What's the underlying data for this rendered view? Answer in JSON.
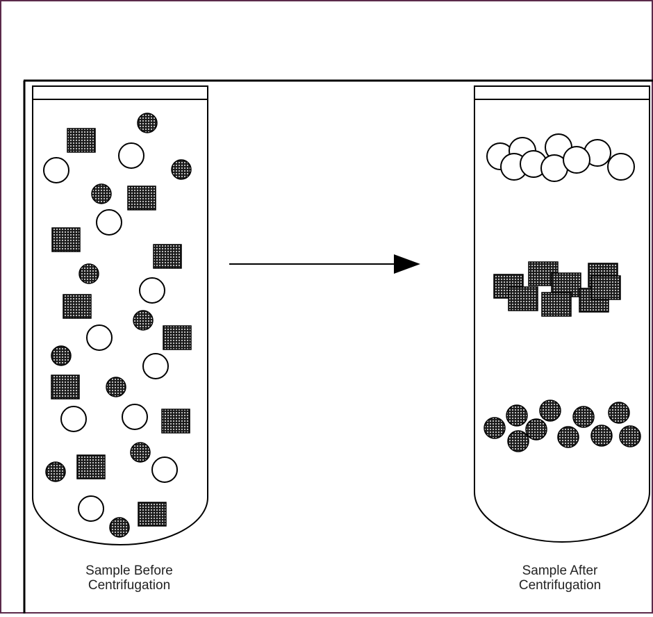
{
  "diagram": {
    "before_tube": {
      "caption_line1": "Sample Before",
      "caption_line2": "Centrifugation"
    },
    "after_tube": {
      "caption_line1": "Sample After",
      "caption_line2": "Centrifugation"
    },
    "particle_types": [
      "open-circle",
      "dark-square",
      "dark-round"
    ],
    "colors": {
      "line": "#000000",
      "outer_border": "#5b2a4a",
      "particle_fill": "#1a1a1a",
      "particle_dot": "#cfcfcf"
    }
  }
}
